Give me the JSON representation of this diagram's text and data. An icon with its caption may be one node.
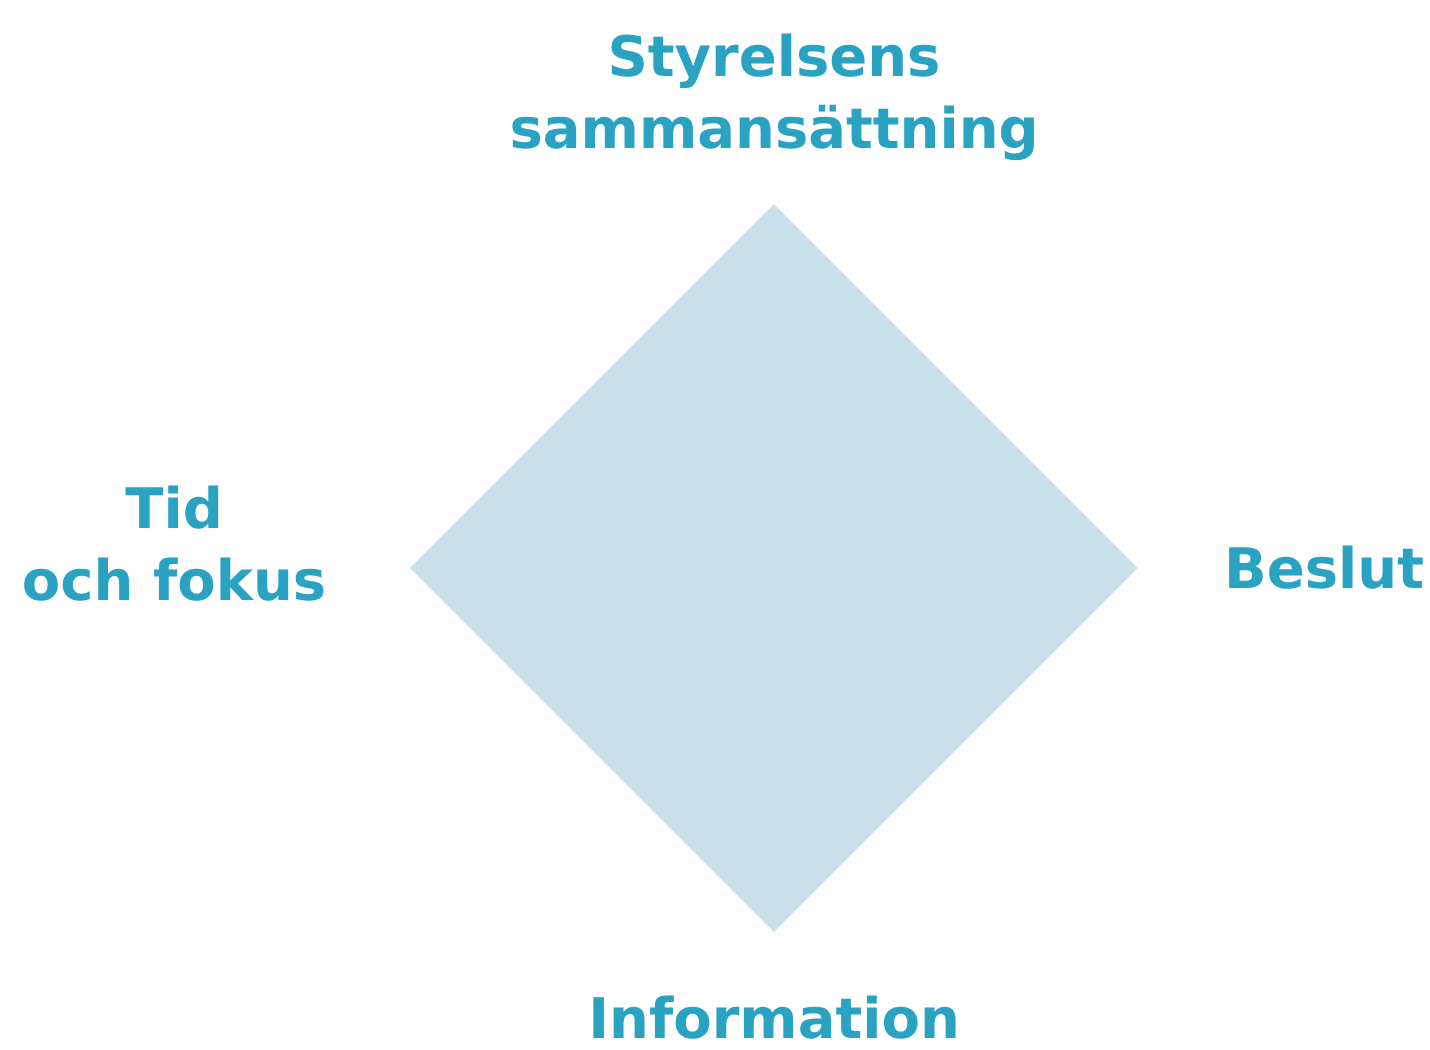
{
  "diagram": {
    "nodes": [
      {
        "text": [],
        "shape": "diamond"
      }
    ],
    "labels": [
      "Styrelsens sammansättning",
      "Tid och fokus",
      "Beslut",
      "Information"
    ]
  }
}
